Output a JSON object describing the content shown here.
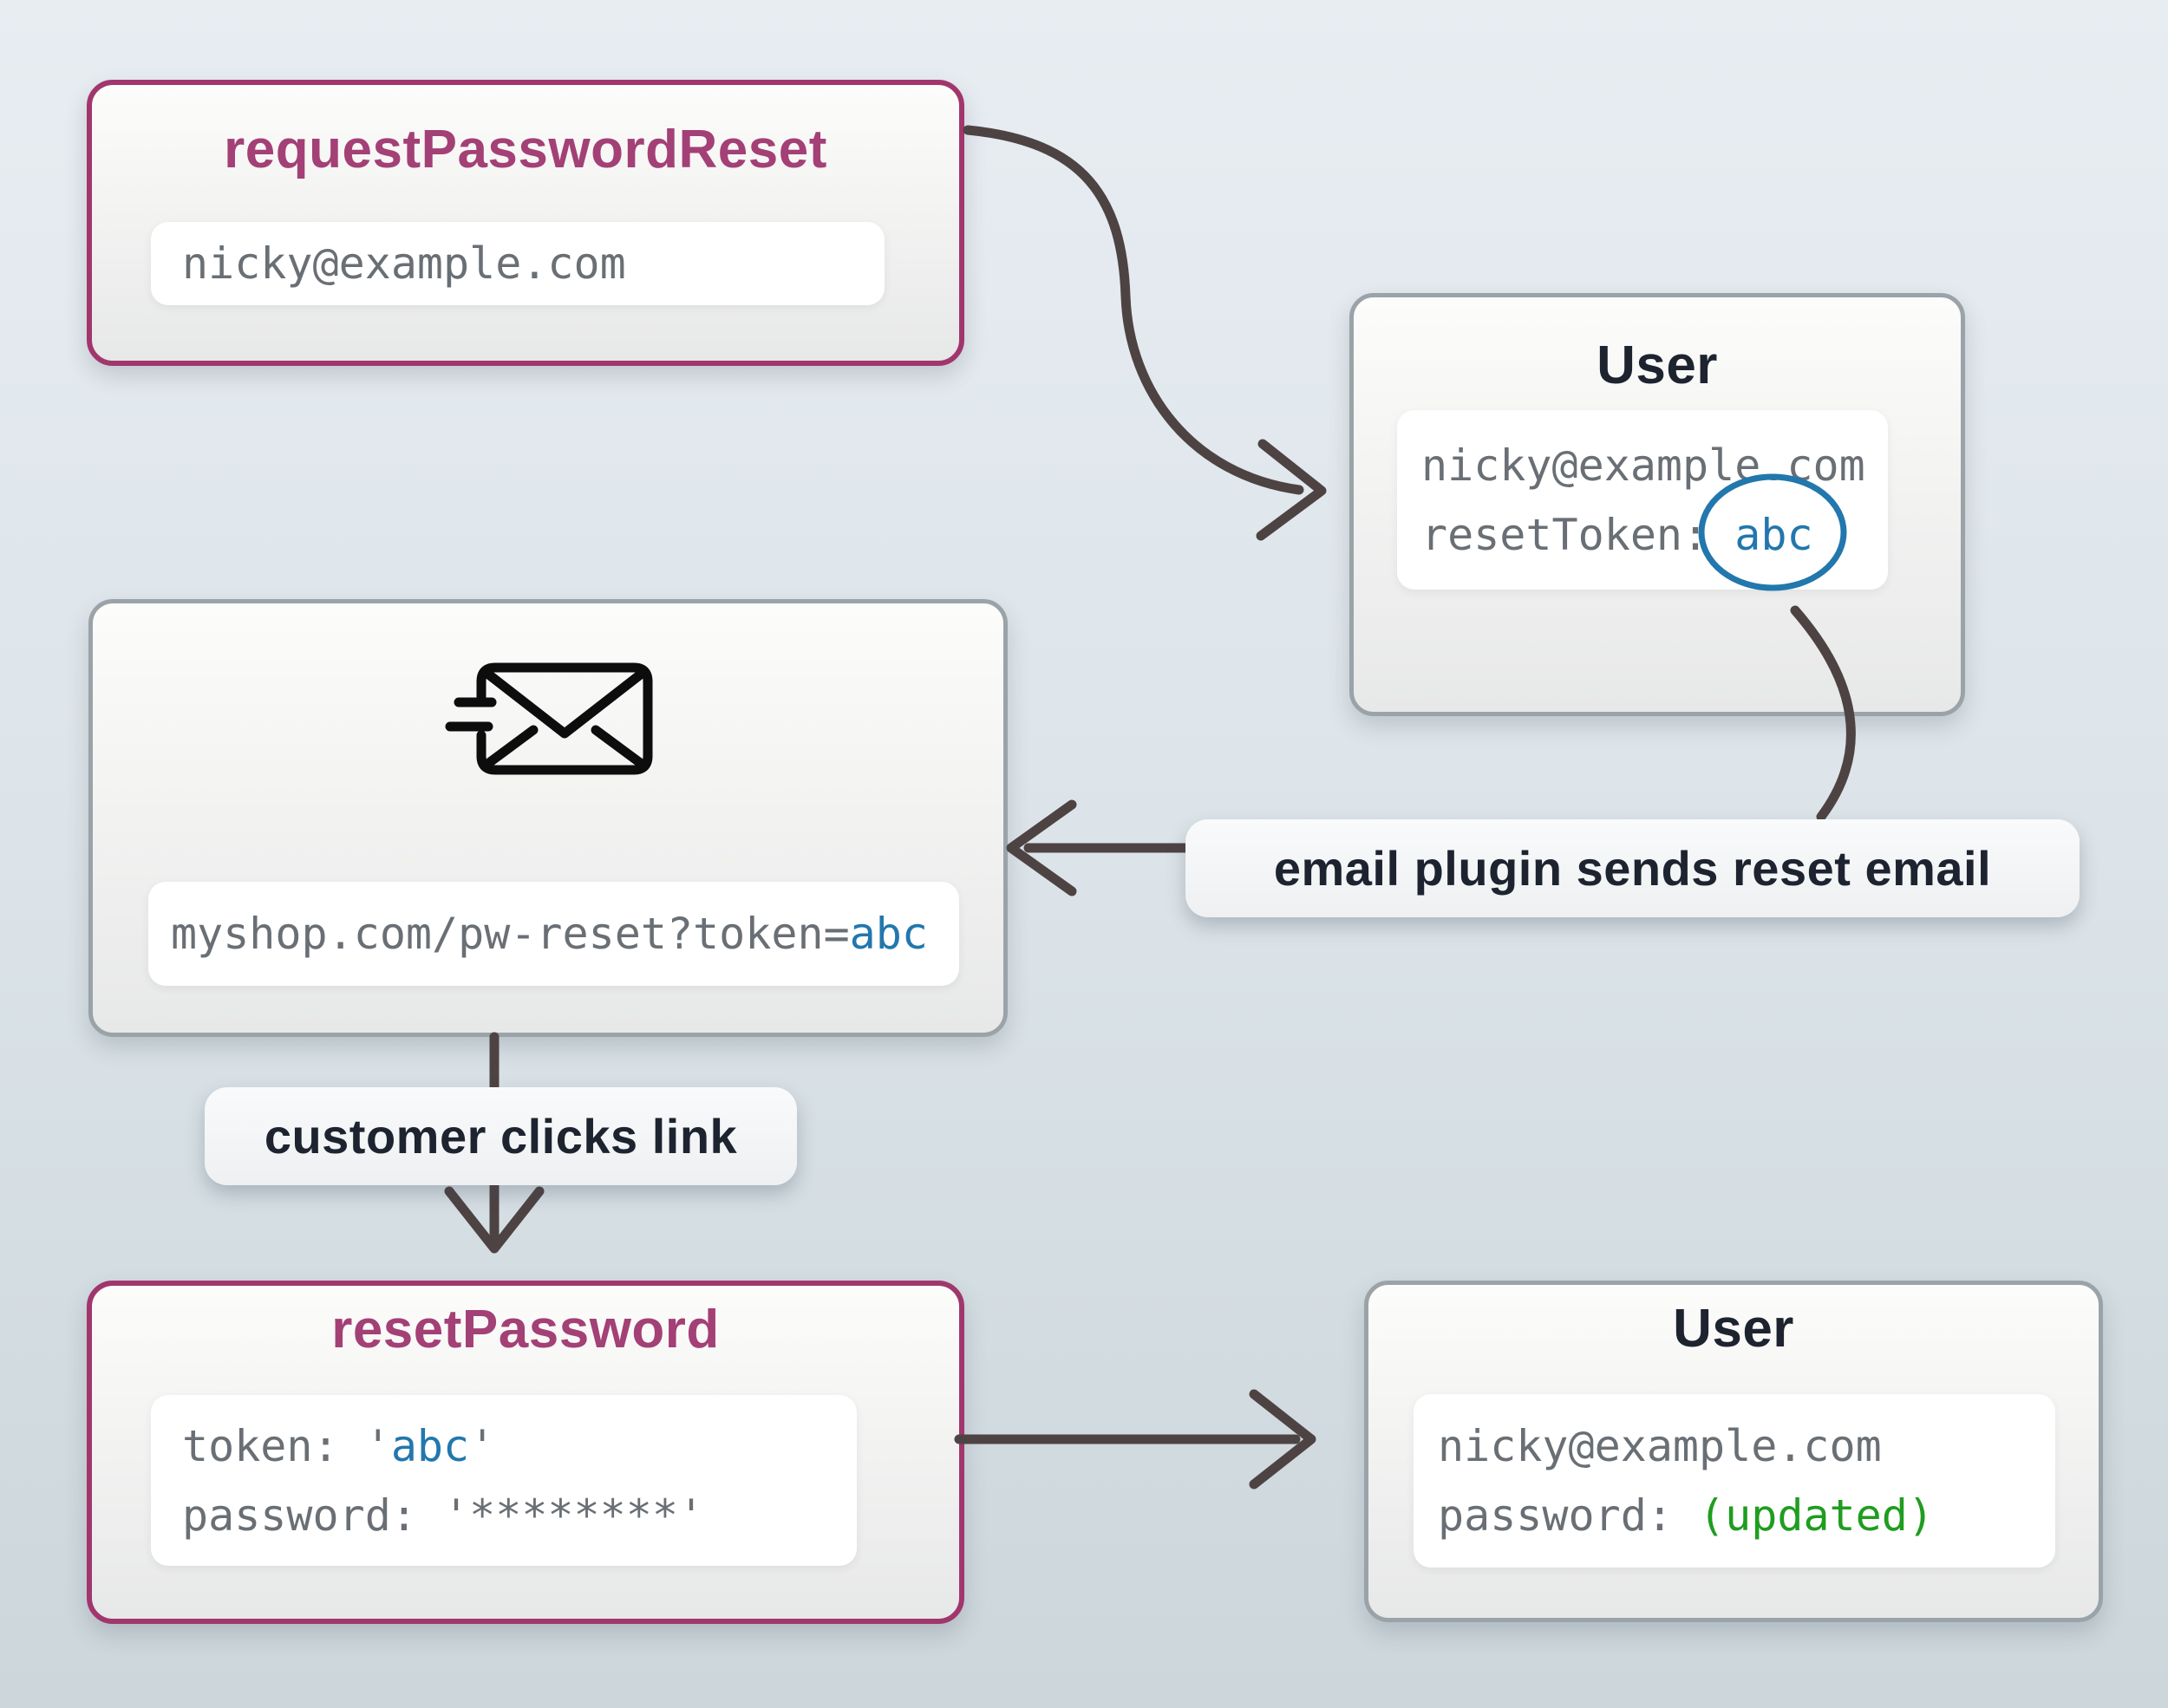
{
  "colors": {
    "background_top": "#e8edf2",
    "background_bottom": "#ccd6db",
    "purple_border": "#a1366d",
    "purple_title": "#a34076",
    "gray_border": "#9aa3a8",
    "dark_title": "#1d2430",
    "code_gray": "#696f74",
    "token_blue": "#2277ad",
    "updated_green": "#1f9d1f",
    "arrow": "#4e4343",
    "icon_black": "#0d0d0d"
  },
  "boxes": {
    "request_password_reset": {
      "title": "requestPasswordReset",
      "email": "nicky@example.com"
    },
    "user_top": {
      "title": "User",
      "email": "nicky@example.com",
      "token_label": "resetToken: ",
      "token_value": "abc"
    },
    "email_message": {
      "icon": "mail-send-icon",
      "url_prefix": "myshop.com/pw-reset?token=",
      "url_token": "abc"
    },
    "reset_password": {
      "title": "resetPassword",
      "token_prefix": "token: '",
      "token_value": "abc",
      "token_suffix": "'",
      "password_line": "password: '********'"
    },
    "user_bottom": {
      "title": "User",
      "email": "nicky@example.com",
      "password_label": "password: ",
      "password_value": "(updated)"
    }
  },
  "labels": {
    "email_plugin": "email plugin sends reset email",
    "customer_clicks": "customer clicks link"
  }
}
